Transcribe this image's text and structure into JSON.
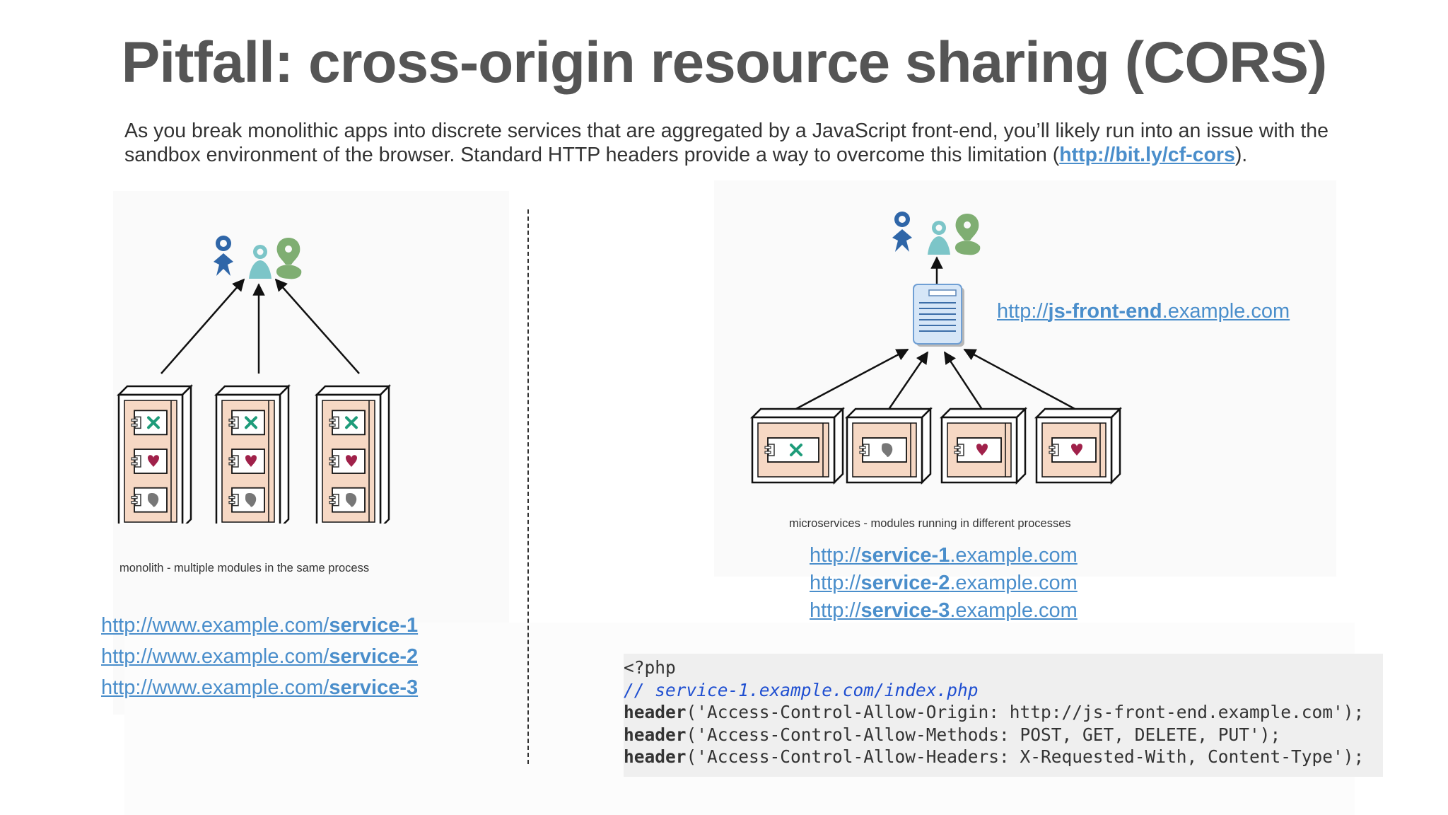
{
  "slide": {
    "title": "Pitfall: cross-origin resource sharing (CORS)",
    "intro_text": "As you break monolithic apps into discrete services that are aggregated by a JavaScript front-end, you’ll likely run into an issue with the sandbox environment of the browser. Standard HTTP headers provide a way to overcome this limitation (",
    "intro_link": "http://bit.ly/cf-cors",
    "intro_end": ")."
  },
  "monolith": {
    "caption": "monolith - multiple modules in the same process",
    "links": [
      {
        "prefix": "http://www.example.com/",
        "bold": "service-1"
      },
      {
        "prefix": "http://www.example.com/",
        "bold": "service-2"
      },
      {
        "prefix": "http://www.example.com/",
        "bold": "service-3"
      }
    ]
  },
  "microservices": {
    "caption": "microservices - modules running in different processes",
    "front_end_link": {
      "prefix": "http://",
      "bold": "js-front-end",
      "suffix": ".example.com"
    },
    "links": [
      {
        "prefix": "http://",
        "bold": "service-1",
        "suffix": ".example.com"
      },
      {
        "prefix": "http://",
        "bold": "service-2",
        "suffix": ".example.com"
      },
      {
        "prefix": "http://",
        "bold": "service-3",
        "suffix": ".example.com"
      }
    ]
  },
  "code": {
    "open_tag": "<?php",
    "comment": "// service-1.example.com/index.php",
    "lines": [
      {
        "fn": "header",
        "arg": "('Access-Control-Allow-Origin: http://js-front-end.example.com');"
      },
      {
        "fn": "header",
        "arg": "('Access-Control-Allow-Methods: POST, GET, DELETE, PUT');"
      },
      {
        "fn": "header",
        "arg": "('Access-Control-Allow-Headers: X-Requested-With, Content-Type');"
      }
    ]
  },
  "colors": {
    "link": "#4a8ecb",
    "title": "#555555",
    "user_dark_blue": "#2f66a8",
    "user_teal": "#7cc5c8",
    "user_green": "#7fae72",
    "module_fill": "#f6d8c4",
    "code_comment": "#1f4fd1"
  },
  "icons": [
    "users-icon",
    "document-icon",
    "server-icon",
    "cross-icon",
    "heart-icon",
    "leaf-icon"
  ]
}
